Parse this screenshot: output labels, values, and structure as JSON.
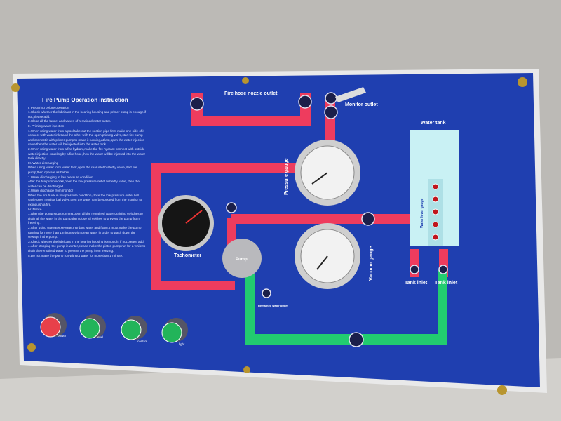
{
  "instructions": {
    "title": "Fire Pump Operation instruction",
    "lines": [
      "I. Preparing before operation",
      "1.Check whether the lubricant in the bearing housing and primer pump is enough,if not,please add.",
      "2.Close all the faucet and valves of remained water outlet.",
      "II. Priming water injection",
      "1.When using water from a pool,take out the suction pipe first, make one side of it connect with water inlet and the other with the open priming valve,start fire pump and connect it with primer pump to make it running,at last,open the water injection valve,then the water will be injected into the water tank.",
      "2.When using water from a fire hydrant,make the fire hydrant connect with outside water injection coupling by a fire hose,then the water will be injected into the water tank directly.",
      "III. Water discharging",
      "When using water form water tank,open the rear inlet butterfly valve,start fire pump,then operate as below:",
      "1.Water discharging in low pressure condition",
      "After the fire pump works,open the low pressure outlet butterfly valve, then the water can be discharged.",
      "2.Water discharge from monitor",
      "When the fire truck in low pressure condition,close the low pressure outlet ball vavle,open monitor ball valve,then the water can be spouted from the monitor to extinguish a fire.",
      "IV. Notice",
      "1.when the pump stops running,open all the remained water draining switches to drain all the water in the pump,then close all swithes to prevent the pump from freezing.",
      "2.After using seawater,sewage,mordant water and foam,it must make the pump running for more than 1 minutes with clean water in order to wash down the sewage in the pump.",
      "3.Check whether the lubricant in the bearing housing is enough, if not,please add.",
      "4.After stopping the pump in winter,please make the piston pump run for a while to drain the remained water to prevent the pump from freezing.",
      "5.Do not make the pump run without water for more than 1 minute."
    ]
  },
  "labels": {
    "fire_hose": "Fire hose nozzle outlet",
    "monitor": "Monitor outlet",
    "water_tank": "Water tank",
    "water_level": "Water level gauge",
    "pressure": "Pressure gauge",
    "vacuum": "Vacuum gauge",
    "tachometer": "Tachometer",
    "pump": "Pump",
    "remained": "Remained water outlet",
    "tank_inlet_1": "Tank inlet",
    "tank_inlet_2": "Tank inlet"
  },
  "buttons": [
    {
      "label": "power",
      "color": "#e8404a"
    },
    {
      "label": "level",
      "color": "#22b45a"
    },
    {
      "label": "control",
      "color": "#22b45a"
    },
    {
      "label": "light",
      "color": "#22b45a"
    }
  ],
  "colors": {
    "panel": "#1f3fb0",
    "red_pipe": "#ee3c5e",
    "green_pipe": "#22cc70",
    "tank": "#c9f1f4"
  }
}
